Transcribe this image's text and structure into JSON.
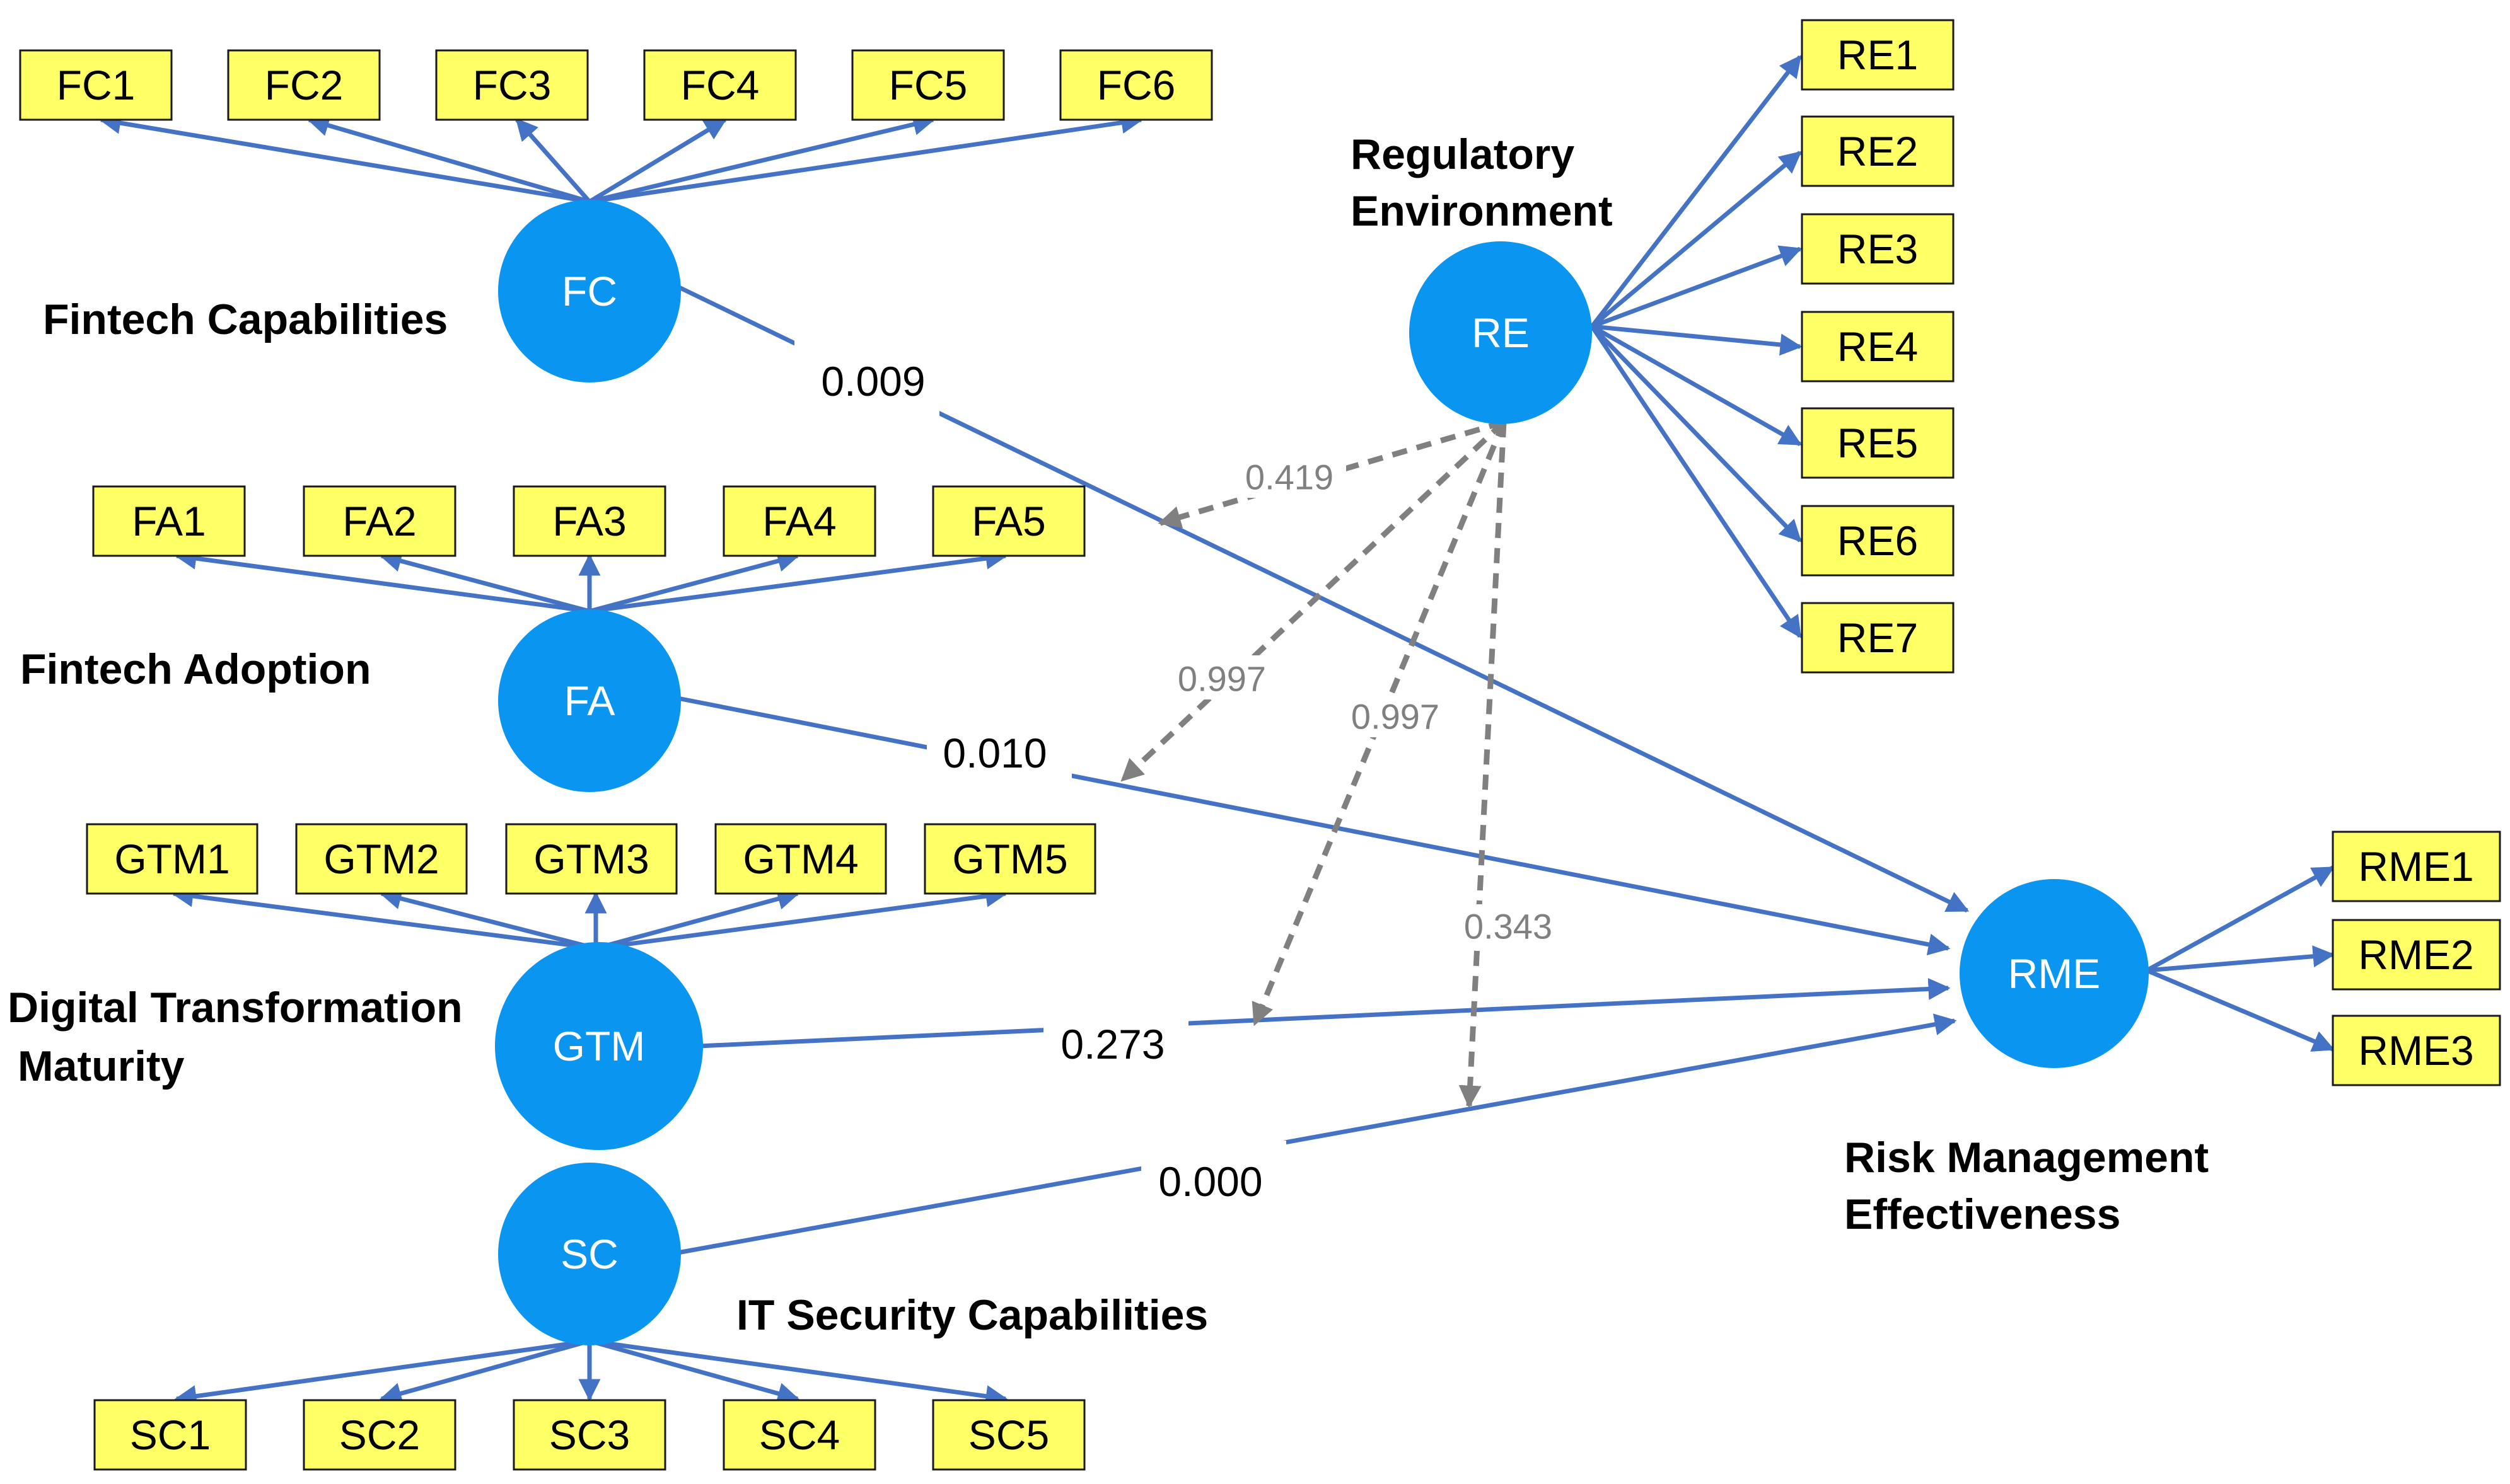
{
  "constructs": [
    {
      "id": "FC",
      "label": "FC",
      "name": "Fintech Capabilities",
      "indicators": [
        "FC1",
        "FC2",
        "FC3",
        "FC4",
        "FC5",
        "FC6"
      ]
    },
    {
      "id": "FA",
      "label": "FA",
      "name": "Fintech Adoption",
      "indicators": [
        "FA1",
        "FA2",
        "FA3",
        "FA4",
        "FA5"
      ]
    },
    {
      "id": "GTM",
      "label": "GTM",
      "name": [
        "Digital Transformation",
        "Maturity"
      ],
      "indicators": [
        "GTM1",
        "GTM2",
        "GTM3",
        "GTM4",
        "GTM5"
      ]
    },
    {
      "id": "SC",
      "label": "SC",
      "name": "IT Security Capabilities",
      "indicators": [
        "SC1",
        "SC2",
        "SC3",
        "SC4",
        "SC5"
      ]
    },
    {
      "id": "RE",
      "label": "RE",
      "name": [
        "Regulatory",
        "Environment"
      ],
      "indicators": [
        "RE1",
        "RE2",
        "RE3",
        "RE4",
        "RE5",
        "RE6",
        "RE7"
      ]
    },
    {
      "id": "RME",
      "label": "RME",
      "name": [
        "Risk Management",
        "Effectiveness"
      ],
      "indicators": [
        "RME1",
        "RME2",
        "RME3"
      ]
    }
  ],
  "paths": [
    {
      "from": "FC",
      "to": "RME",
      "coefficient": "0.009"
    },
    {
      "from": "FA",
      "to": "RME",
      "coefficient": "0.010"
    },
    {
      "from": "GTM",
      "to": "RME",
      "coefficient": "0.273"
    },
    {
      "from": "SC",
      "to": "RME",
      "coefficient": "0.000"
    }
  ],
  "moderation_effects": [
    {
      "from": "RE",
      "to_path": "FC-RME",
      "coefficient": "0.419"
    },
    {
      "from": "RE",
      "to_path": "FA-RME",
      "coefficient": "0.997"
    },
    {
      "from": "RE",
      "to_path": "GTM-RME",
      "coefficient": "0.997"
    },
    {
      "from": "RE",
      "to_path": "SC-RME",
      "coefficient": "0.343"
    }
  ],
  "colors": {
    "construct_fill": "#0a96f0",
    "indicator_fill": "#ffff66",
    "path_line": "#4472c4",
    "moderation_line": "#808080"
  }
}
